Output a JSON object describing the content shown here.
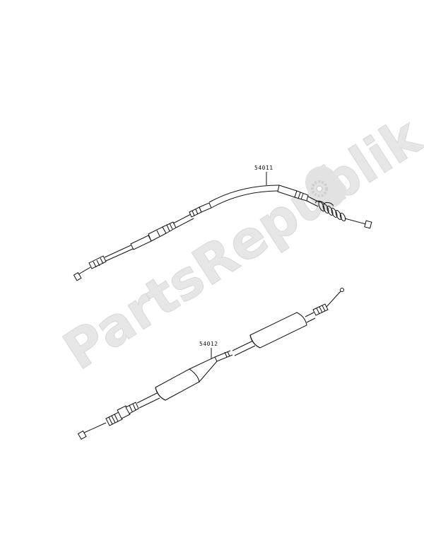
{
  "watermark": {
    "text": "PartsRepublik"
  },
  "parts": [
    {
      "number": "54011"
    },
    {
      "number": "54012"
    }
  ]
}
